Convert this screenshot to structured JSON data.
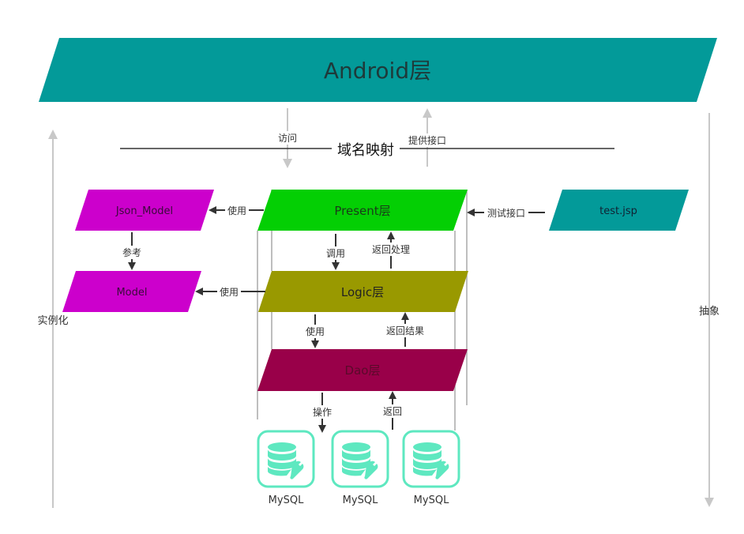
{
  "title_layer": "Android层",
  "domain_mapping": "域名映射",
  "labels": {
    "visit": "访问",
    "provide_interface": "提供接口",
    "use": "使用",
    "test_interface": "测试接口",
    "reference": "参考",
    "invoke": "调用",
    "return_process": "返回处理",
    "return_result": "返回结果",
    "operate": "操作",
    "return": "返回",
    "instantiate": "实例化",
    "abstract": "抽象"
  },
  "nodes": {
    "json_model": "Json_Model",
    "model": "Model",
    "present": "Present层",
    "logic": "Logic层",
    "dao": "Dao层",
    "test_jsp": "test.jsp"
  },
  "databases": [
    "MySQL",
    "MySQL",
    "MySQL"
  ],
  "colors": {
    "android": "#039a99",
    "present": "#04cf04",
    "logic": "#999900",
    "dao": "#990049",
    "model": "#cc00cc",
    "db": "#5ee8c0",
    "arrow": "#333333",
    "gray_line": "#c8c8c8"
  }
}
